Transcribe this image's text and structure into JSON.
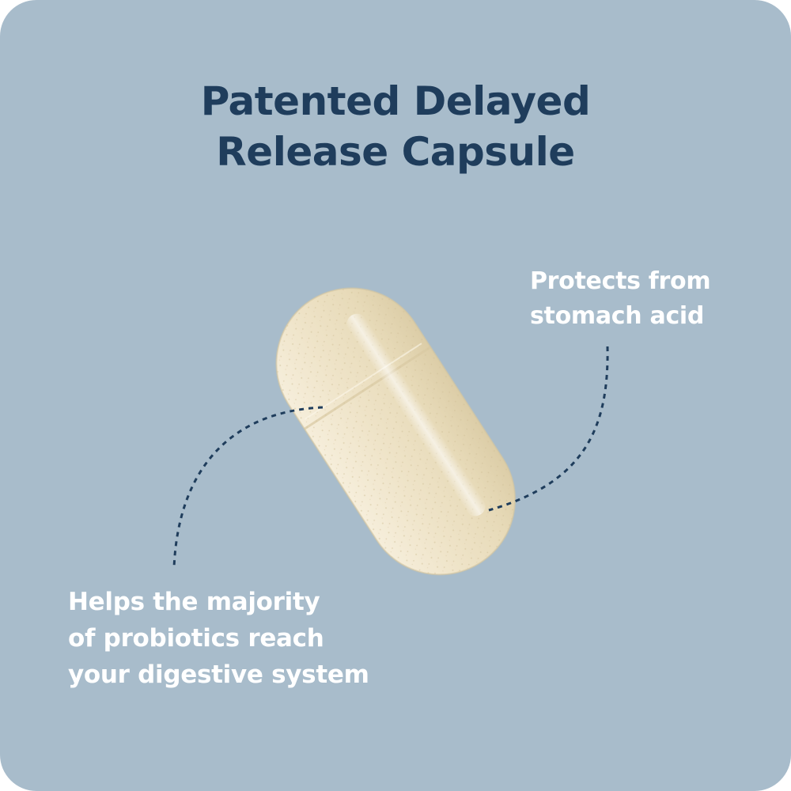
{
  "colors": {
    "background": "#a8bccb",
    "title": "#1f3d5c",
    "callout_text": "#ffffff",
    "connector": "#1f3d5c",
    "capsule": "#eee3c8"
  },
  "title": {
    "line1": "Patented Delayed",
    "line2": "Release Capsule"
  },
  "callouts": {
    "right": {
      "line1": "Protects from",
      "line2": "stomach acid"
    },
    "left": {
      "line1": "Helps the majority",
      "line2": "of probiotics reach",
      "line3": "your digestive system"
    }
  },
  "image": {
    "subject": "capsule-icon"
  }
}
